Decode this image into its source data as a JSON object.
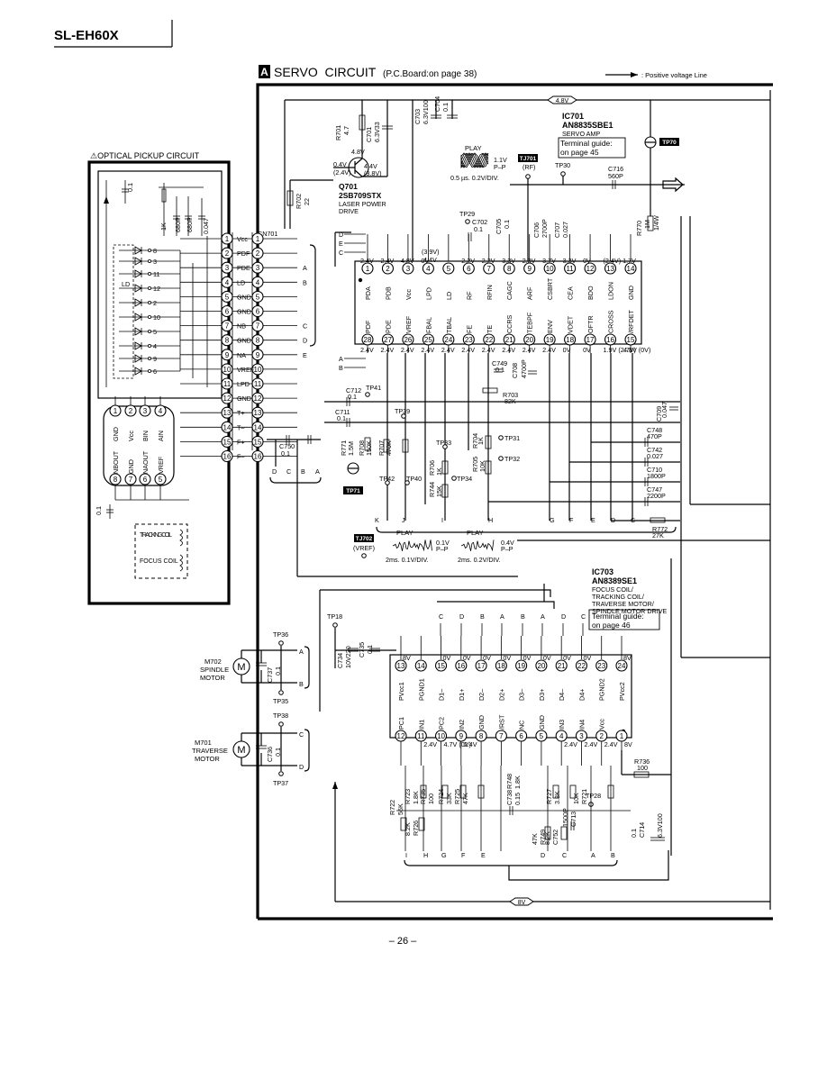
{
  "header": {
    "model": "SL-EH60X"
  },
  "title": {
    "section_letter": "A",
    "main": "SERVO  CIRCUIT",
    "sub": "(P.C.Board:on page 38)"
  },
  "legend": {
    "text": ": Positive voltage Line"
  },
  "page_number": "– 26 –",
  "supply": {
    "top": "4.8V",
    "bottom": "8V"
  },
  "opu": {
    "title": "OPTICAL PICKUP CIRCUIT",
    "warning_symbol": "⚠",
    "tracking_coil": "TRACKING COIL",
    "focus_coil": "FOCUS COIL",
    "pd_pins": [
      "8",
      "3",
      "11",
      "12",
      "2",
      "10",
      "5",
      "4",
      "9",
      "6"
    ],
    "ld_label": "LD",
    "parts": [
      "1K",
      "680P",
      "680P",
      "0.047",
      "0.1"
    ],
    "ic_top": [
      "GND",
      "Vcc",
      "BIN",
      "AIN"
    ],
    "ic_bottom": [
      "NBOUT",
      "GND",
      "NAOUT",
      "VREF"
    ],
    "ic_top_nums": [
      "1",
      "2",
      "3",
      "4"
    ],
    "ic_bottom_nums": [
      "8",
      "7",
      "6",
      "5"
    ],
    "coil_cap": "0.1"
  },
  "cn701": {
    "ref": "CN701",
    "pins": [
      "Vcc",
      "PDF",
      "PDE",
      "LD",
      "GND",
      "GND",
      "NB",
      "GND",
      "NA",
      "VREF",
      "LPD",
      "GND",
      "T+",
      "T–",
      "F+",
      "F–"
    ],
    "out_letters": [
      "A",
      "B",
      "C",
      "D",
      "E"
    ]
  },
  "q701": {
    "ref": "Q701",
    "part": "2SB709STX",
    "desc1": "LASER POWER",
    "desc2": "DRIVE",
    "v_base": "0.4V",
    "v_base2": "(2.4V)",
    "v_col": "4.4V",
    "v_col2": "(3.8V)",
    "v_emit": "4.8V"
  },
  "top_parts": [
    "R701",
    "4.7",
    "C701",
    "6.3V33",
    "C703",
    "6.3V100",
    "C704",
    "0.1",
    "R702",
    "22"
  ],
  "play_wave1": {
    "label": "PLAY",
    "amp": "1.1V",
    "pp": "P–P",
    "time": "0.5 µs. 0.2V/DIV."
  },
  "tj701": {
    "ref": "TJ701",
    "sig": "(RF)"
  },
  "tp30": "TP30",
  "c716": [
    "C716",
    "560P"
  ],
  "r770": [
    "R770",
    "1M",
    "1/4W"
  ],
  "tp70": "TP70",
  "ic701": {
    "ref": "IC701",
    "part": "AN8835SBE1",
    "desc": "SERVO AMP",
    "guide": "Terminal guide:",
    "guide_page": "on page 45",
    "top_pins": [
      "PDA",
      "PDB",
      "Vcc",
      "LPD",
      "LD",
      "RF",
      "RFIN",
      "CAGC",
      "ARF",
      "CSBRT",
      "CEA",
      "BDO",
      "LDON",
      "GND"
    ],
    "top_nums": [
      "1",
      "2",
      "3",
      "4",
      "5",
      "6",
      "7",
      "8",
      "9",
      "10",
      "11",
      "12",
      "13",
      "14"
    ],
    "top_volts": [
      "2.4V",
      "2.4V",
      "4.8V",
      "0V",
      "",
      "2.2V",
      "2.2V",
      "3.3V",
      "2.3V",
      "3.7V",
      "3.3V",
      "0V",
      "(2.4V) 1.7V",
      ""
    ],
    "bot_pins": [
      "PDF",
      "PDE",
      "VREF",
      "FBAL",
      "TBAL",
      "FE",
      "TE",
      "CCRS",
      "TEBPF",
      "ENV",
      "VDET",
      "OFTR",
      "CROSS",
      "/RFDET"
    ],
    "bot_nums": [
      "28",
      "27",
      "26",
      "25",
      "24",
      "23",
      "22",
      "21",
      "20",
      "19",
      "18",
      "17",
      "16",
      "15"
    ],
    "bot_volts": [
      "2.4V",
      "2.4V",
      "2.4V",
      "2.4V",
      "2.4V",
      "2.4V",
      "2.4V",
      "2.4V",
      "2.4V",
      "2.4V",
      "0V",
      "0V",
      "1.9V (2.7V)",
      "4.8V (0V)"
    ]
  },
  "side_letters": [
    "D",
    "E",
    "C",
    "A",
    "B"
  ],
  "tp29": [
    "TP29",
    "C702",
    "0.1",
    "(3.9V)",
    "4.4V"
  ],
  "mid_caps": [
    "C705",
    "0.1",
    "C706",
    "2700P",
    "C707",
    "0.027"
  ],
  "comp_labels": [
    {
      "t": "C712"
    },
    {
      "t": "0.1"
    },
    {
      "t": "TP41"
    },
    {
      "t": "C711"
    },
    {
      "t": "0.1"
    },
    {
      "t": "TP39"
    },
    {
      "t": "C749"
    },
    {
      "t": "0.1"
    },
    {
      "t": "C708"
    },
    {
      "t": "4700P"
    },
    {
      "t": "R703"
    },
    {
      "t": "82K"
    },
    {
      "t": "C709"
    },
    {
      "t": "0.047"
    },
    {
      "t": "C748"
    },
    {
      "t": "470P"
    },
    {
      "t": "C742"
    },
    {
      "t": "0.027"
    },
    {
      "t": "C710"
    },
    {
      "t": "1800P"
    },
    {
      "t": "C747"
    },
    {
      "t": "2200P"
    },
    {
      "t": "R772"
    },
    {
      "t": "27K"
    },
    {
      "t": "R771"
    },
    {
      "t": "1.5M"
    },
    {
      "t": "R708"
    },
    {
      "t": "150K"
    },
    {
      "t": "R707"
    },
    {
      "t": "470K"
    },
    {
      "t": "TP33"
    },
    {
      "t": "R704"
    },
    {
      "t": "1K"
    },
    {
      "t": "TP31"
    },
    {
      "t": "TP32"
    },
    {
      "t": "R705"
    },
    {
      "t": "10K"
    },
    {
      "t": "R706"
    },
    {
      "t": "1K"
    },
    {
      "t": "R744"
    },
    {
      "t": "15K"
    },
    {
      "t": "TP34"
    },
    {
      "t": "TP42"
    },
    {
      "t": "TP40"
    },
    {
      "t": "C751"
    },
    {
      "t": "0.1"
    },
    {
      "t": "C750"
    },
    {
      "t": "0.1"
    }
  ],
  "tp71": "TP71",
  "bus_letters": [
    "K",
    "J",
    "I",
    "H",
    "G",
    "F",
    "E",
    "D",
    "C"
  ],
  "cn_bottom_letters": [
    "D",
    "C",
    "B",
    "A"
  ],
  "tj702": {
    "ref": "TJ702",
    "sig": "(VREF)"
  },
  "play_wave2": {
    "label": "PLAY",
    "amp": "0.1V",
    "pp": "P–P",
    "time": "2ms. 0.1V/DIV."
  },
  "play_wave3": {
    "label": "PLAY",
    "amp": "0.4V",
    "pp": "P–P",
    "time": "2ms. 0.2V/DIV."
  },
  "ic703": {
    "ref": "IC703",
    "part": "AN8389SE1",
    "desc": [
      "FOCUS COIL/",
      "TRACKING COIL/",
      "TRAVERSE MOTOR/",
      "SPINDLE MOTOR DRIVE"
    ],
    "guide": "Terminal guide:",
    "guide_page": "on page 46",
    "top_pins": [
      "PVcc1",
      "PGND1",
      "D1–",
      "D1+",
      "D2–",
      "D2+",
      "D3–",
      "D3+",
      "D4–",
      "D4+",
      "PGND2",
      "PVcc2"
    ],
    "top_nums": [
      "13",
      "14",
      "15",
      "16",
      "17",
      "18",
      "19",
      "20",
      "21",
      "22",
      "23",
      "24"
    ],
    "top_volts": [
      "8V",
      "",
      "0V",
      "0V",
      "0V",
      "0V",
      "0V",
      "0V",
      "0V",
      "0V",
      "",
      "8V"
    ],
    "top_letters": [
      "C",
      "D",
      "B",
      "A",
      "B",
      "A",
      "D",
      "C"
    ],
    "bot_pins": [
      "PC1",
      "IN1",
      "PC2",
      "IN2",
      "GND",
      "/RST",
      "NC",
      "GND",
      "IN3",
      "IN4",
      "Vcc",
      ""
    ],
    "bot_nums": [
      "12",
      "11",
      "10",
      "9",
      "8",
      "7",
      "6",
      "5",
      "4",
      "3",
      "2",
      "1"
    ],
    "bot_volts": [
      "",
      "2.4V",
      "4.7V (0V)",
      "2.4V",
      "",
      "",
      "",
      "",
      "2.4V",
      "2.4V",
      "2.4V",
      "8V"
    ]
  },
  "lower_parts": [
    "TP18",
    "C734",
    "10V220",
    "C735",
    "0.1",
    "R736",
    "100",
    "R722",
    "56K",
    "R723",
    "1.8K",
    "R735",
    "100",
    "R724",
    "33K",
    "R725",
    "47K",
    "R748",
    "1.8K",
    "C738",
    "0.15",
    "R727",
    "3.3K",
    "TP28",
    "R728",
    "10K",
    "R721",
    "8.2K",
    "R726",
    "47K",
    "R749",
    "8.2K",
    "C752",
    "1500P",
    "C713",
    "0.1",
    "C714",
    "6.3V100"
  ],
  "lower_letters": [
    "I",
    "H",
    "G",
    "F",
    "E",
    "D",
    "C",
    "A",
    "B"
  ],
  "motors": {
    "m702": {
      "ref": "M702",
      "l1": "SPINDLE",
      "l2": "MOTOR",
      "tp_top": "TP36",
      "tp_bot": "TP35",
      "cap": "C737",
      "cap_v": "0.1",
      "letters": [
        "A",
        "B"
      ]
    },
    "m701": {
      "ref": "M701",
      "l1": "TRAVERSE",
      "l2": "MOTOR",
      "tp_top": "TP38",
      "tp_bot": "TP37",
      "cap": "C736",
      "cap_v": "0.1",
      "letters": [
        "C",
        "D"
      ]
    },
    "symbol": "M"
  }
}
